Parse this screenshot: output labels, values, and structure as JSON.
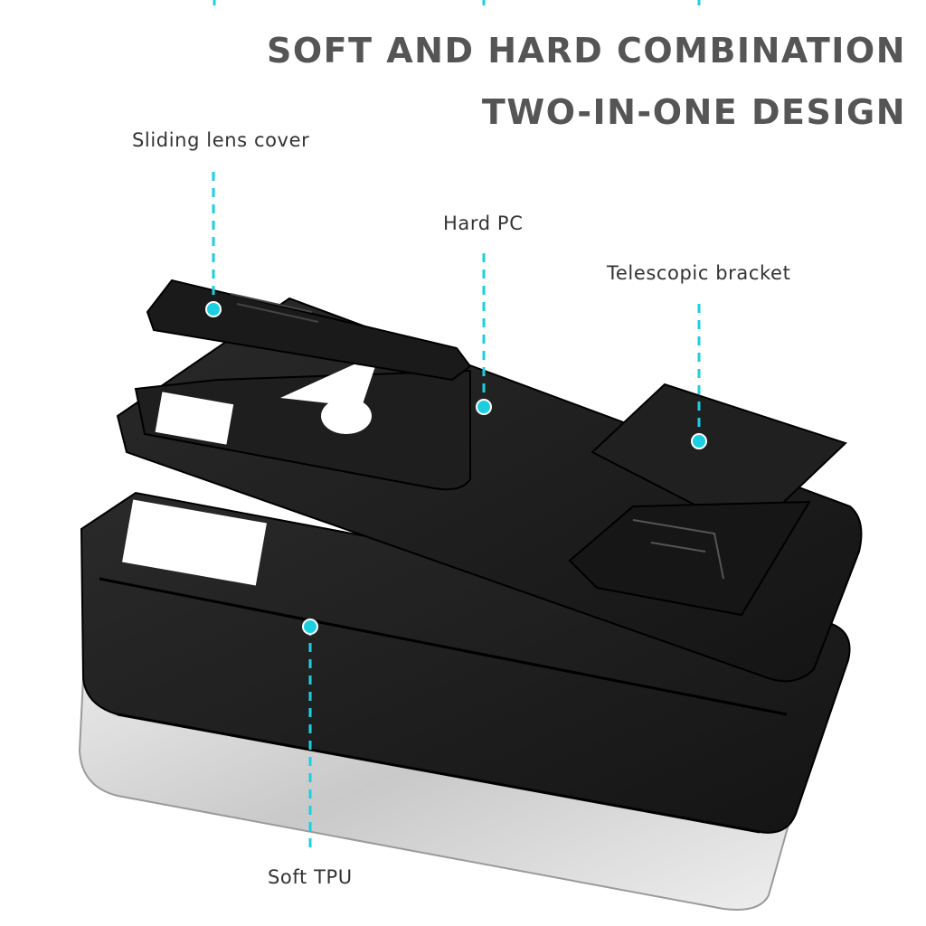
{
  "headline": {
    "line1": "SOFT AND HARD COMBINATION",
    "line2": "TWO-IN-ONE DESIGN"
  },
  "callouts": {
    "lens_cover": "Sliding lens cover",
    "hard_pc": "Hard PC",
    "bracket": "Telescopic bracket",
    "soft_tpu": "Soft TPU"
  },
  "colors": {
    "accent": "#1ccfe0",
    "text_dark": "#333333",
    "headline": "#555555",
    "case_black": "#1c1c1c",
    "phone_silver": "#d8d8d8"
  }
}
